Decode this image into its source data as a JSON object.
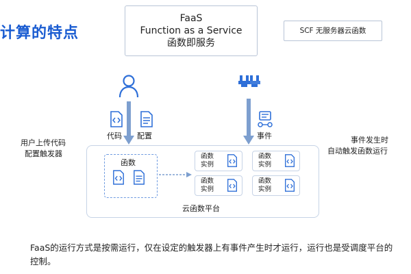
{
  "title": "计算的特点",
  "faas_box": {
    "line1": "FaaS",
    "line2": "Function as a Service",
    "line3": "函数即服务"
  },
  "scf_box": {
    "label": "SCF 无服务器云函数"
  },
  "user_side": {
    "code_label": "代码",
    "config_label": "配置",
    "upload_text_line1": "用户上传代码",
    "upload_text_line2": "配置触发器"
  },
  "event_side": {
    "event_label": "事件",
    "trigger_text_line1": "事件发生时",
    "trigger_text_line2": "自动触发函数运行"
  },
  "platform": {
    "label": "云函数平台",
    "function_label": "函数",
    "instances": [
      {
        "line1": "函数",
        "line2": "实例"
      },
      {
        "line1": "函数",
        "line2": "实例"
      },
      {
        "line1": "函数",
        "line2": "实例"
      },
      {
        "line1": "函数",
        "line2": "实例"
      }
    ]
  },
  "description": "FaaS的运行方式是按需运行，仅在设定的触发器上有事件产生时才运行，运行也是受调度平台的控制。",
  "colors": {
    "accent": "#1a5cd1",
    "icon_blue": "#2e6fd8",
    "arrow": "#7d9fcf",
    "border": "#b8c4d6"
  }
}
